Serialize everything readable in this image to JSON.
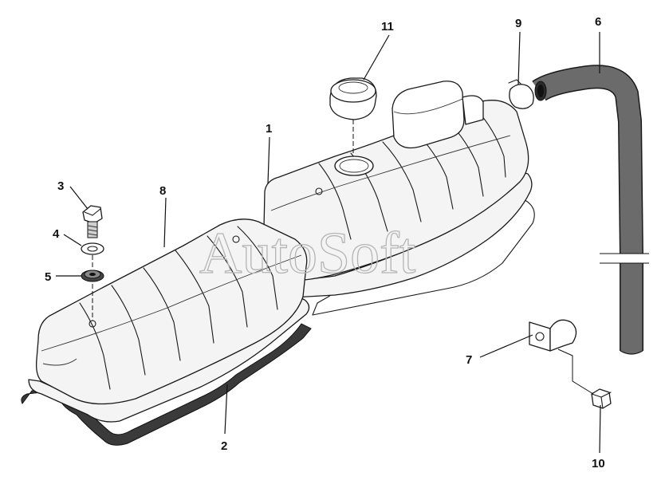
{
  "watermark": "AutoSoft",
  "callouts": {
    "c1": "1",
    "c2": "2",
    "c3": "3",
    "c4": "4",
    "c5": "5",
    "c6": "6",
    "c7": "7",
    "c8": "8",
    "c9": "9",
    "c10": "10",
    "c11": "11"
  }
}
